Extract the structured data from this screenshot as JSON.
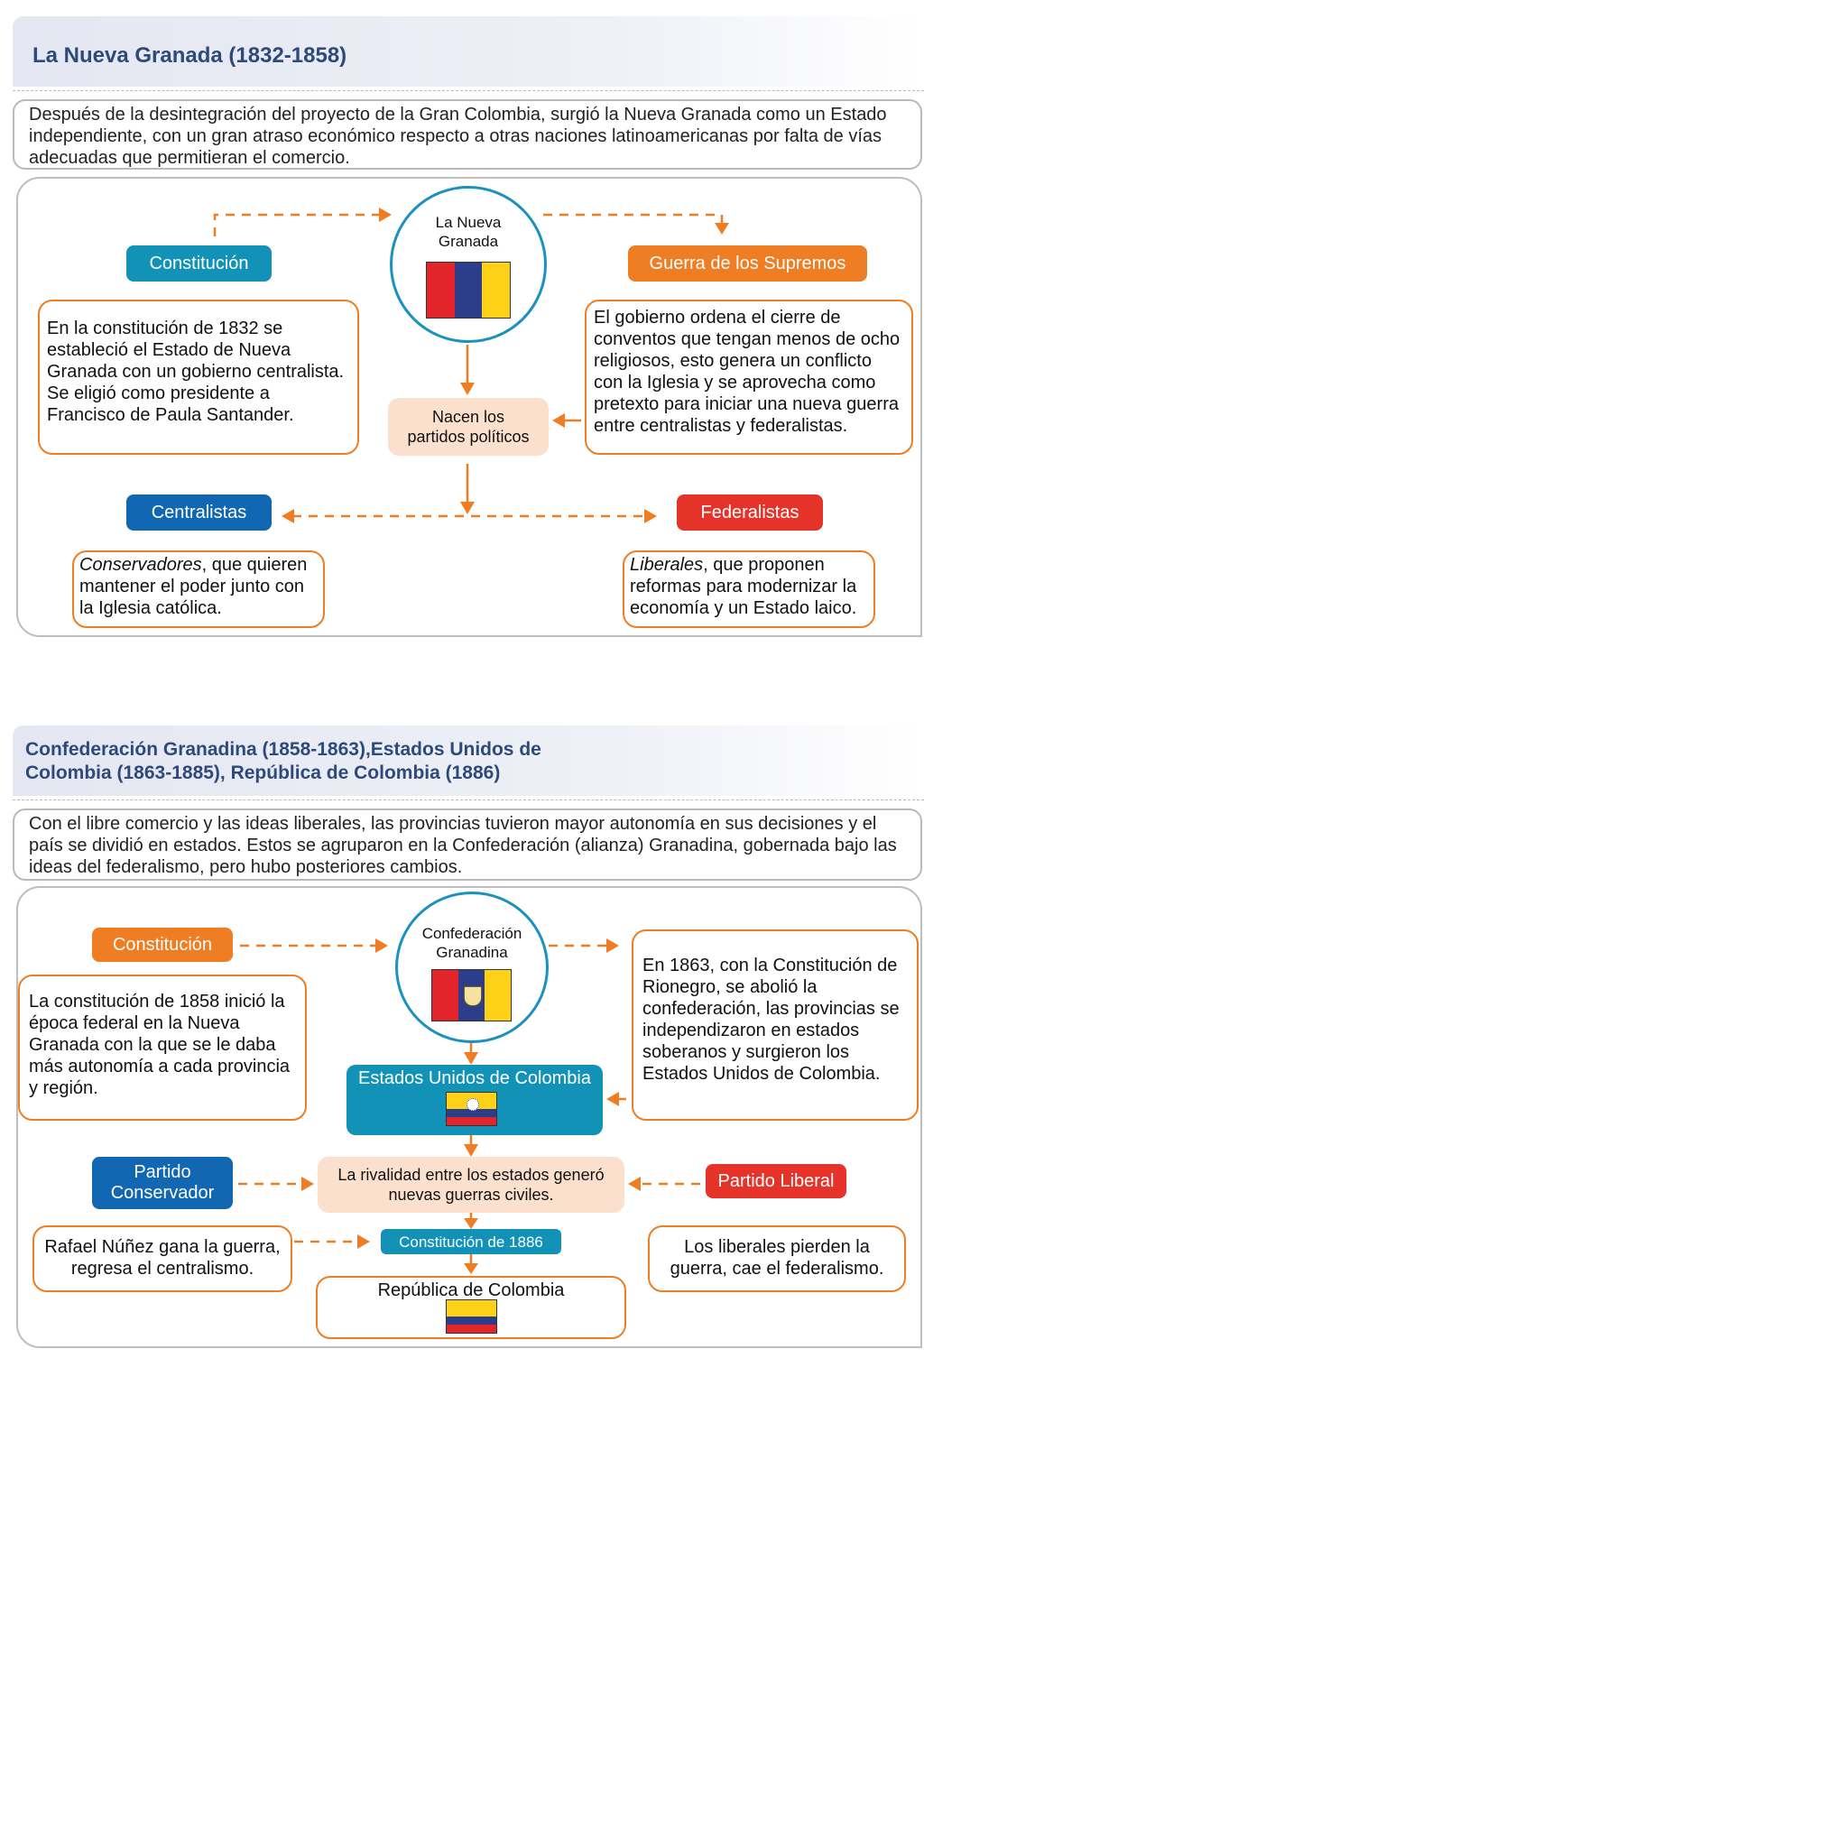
{
  "section1": {
    "title": "La Nueva Granada (1832-1858)",
    "intro": "Después de la desintegración del proyecto de la Gran Colombia, surgió la Nueva Granada como un Estado independiente, con un gran atraso económico respecto a otras naciones latinoamericanas por falta de vías adecuadas que permitieran el comercio.",
    "center_label": "La Nueva Granada",
    "constitucion_label": "Constitución",
    "constitucion_text": "En la constitución de 1832 se estableció el Estado de Nueva Granada con un gobierno centralista. Se eligió como presidente a Francisco de Paula Santander.",
    "guerra_label": "Guerra de los Supremos",
    "guerra_text": "El gobierno ordena el cierre de conventos que tengan menos de ocho religiosos, esto genera un conflicto con la Iglesia y se aprovecha como pretexto para iniciar una nueva guerra entre centralistas y federalistas.",
    "partidos_text": "Nacen los partidos políticos",
    "centralistas_label": "Centralistas",
    "centralistas_italic": "Conservadores",
    "centralistas_text": ", que quieren mantener el poder junto con la Iglesia católica.",
    "federalistas_label": "Federalistas",
    "federalistas_italic": "Liberales",
    "federalistas_text": ", que proponen reformas para modernizar la economía  y un Estado laico."
  },
  "section2": {
    "title_line1": "Confederación Granadina (1858-1863),Estados Unidos de",
    "title_line2": "Colombia (1863-1885), República de Colombia (1886)",
    "intro": "Con el libre comercio y las ideas liberales, las provincias tuvieron mayor autonomía en sus decisiones y el país se dividió en estados. Estos se agruparon en la Confederación (alianza) Granadina, gobernada bajo las ideas del federalismo, pero hubo posteriores cambios.",
    "center_label": "Confederación Granadina",
    "constitucion_label": "Constitución",
    "constitucion_text": "La constitución de 1858 inició la época federal en la Nueva Granada con la que se le daba más autonomía a cada provincia y región.",
    "rionegro_text": "En 1863, con la Constitución de Rionegro, se abolió la confederación, las provincias se independizaron en estados soberanos y surgieron los Estados Unidos de Colombia.",
    "eeuu_label": "Estados Unidos de Colombia",
    "conservador_label": "Partido Conservador",
    "rivalidad_text": "La rivalidad entre los estados generó nuevas guerras civiles.",
    "liberal_label": "Partido Liberal",
    "nunez_text": "Rafael Núñez gana la guerra, regresa el centralismo.",
    "const1886_label": "Constitución de 1886",
    "liberales_text": "Los liberales pierden la guerra, cae el federalismo.",
    "republica_label": "República de Colombia"
  },
  "colors": {
    "accent_orange": "#ee7d23",
    "teal": "#1392b8",
    "blue": "#1267b2",
    "red": "#e5332a",
    "title_blue": "#2e4a7a"
  }
}
